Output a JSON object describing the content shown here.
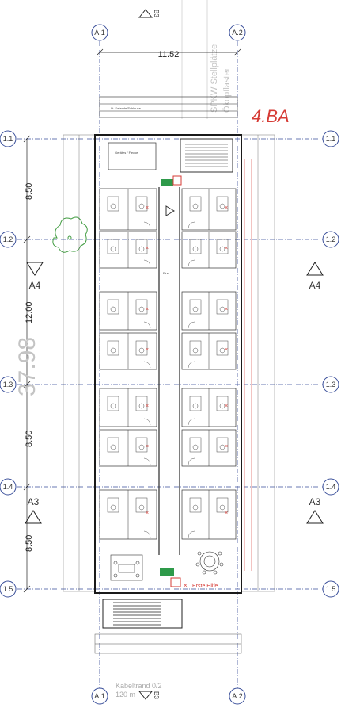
{
  "grid": {
    "columns": [
      {
        "id": "top-left",
        "label": "A.1"
      },
      {
        "id": "top-right",
        "label": "A.2"
      },
      {
        "id": "bottom-left",
        "label": "A.1"
      },
      {
        "id": "bottom-right",
        "label": "A.2"
      }
    ],
    "rows": [
      "1.1",
      "1.2",
      "1.3",
      "1.4",
      "1.5"
    ]
  },
  "dimensions": {
    "top_width": "11.52",
    "segments": [
      "8.50",
      "12.00",
      "8.50",
      "8.50"
    ],
    "overall_ghost": "37.98"
  },
  "section_marks": {
    "top": "B3",
    "bottom": "B3",
    "left": [
      "A4",
      "A3"
    ],
    "right": [
      "A4",
      "A3"
    ]
  },
  "texts": {
    "build_stage": "4.BA",
    "parking_line1": "SPKW Stellplätze",
    "parking_line2": "Ökopflaster",
    "top_room_label": "Lt. Eelande/Schleuse",
    "stair_room_label": "Gerätes / Flecke",
    "first_aid": "Erste Hilfe",
    "bottom_line1": "Kabeltrand 0/2",
    "bottom_line2": "120 m",
    "corridor_label": "Flur"
  },
  "colors": {
    "accent_red": "#d63b35",
    "line": "#2a2a2a",
    "grid_blue": "#3a4f9a",
    "exit_green": "#2e9a4a",
    "tree_green": "#3f9b3f"
  }
}
